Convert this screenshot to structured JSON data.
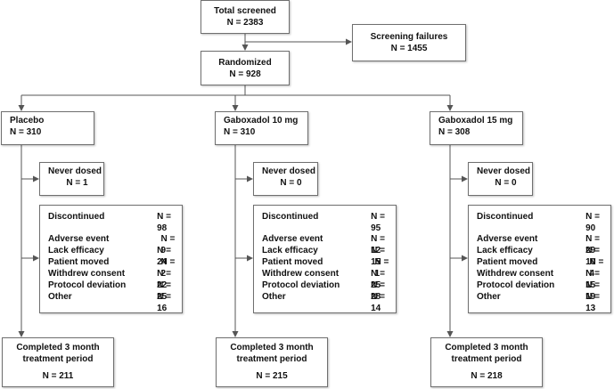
{
  "total_screened": {
    "title": "Total screened",
    "n": "N = 2383"
  },
  "screening_failures": {
    "title": "Screening failures",
    "n": "N = 1455"
  },
  "randomized": {
    "title": "Randomized",
    "n": "N = 928"
  },
  "arms": [
    {
      "name": "Placebo",
      "n": "N = 310",
      "never_dosed": {
        "title": "Never dosed",
        "n": "N = 1"
      },
      "discontinued": {
        "label": "Discontinued",
        "n": "N = 98"
      },
      "reasons": [
        {
          "label": "Adverse event",
          "n": "N = 9"
        },
        {
          "label": "Lack efficacy",
          "n": "N = 24"
        },
        {
          "label": "Patient moved",
          "n": "N = 2"
        },
        {
          "label": "Withdrew consent",
          "n": "N = 22"
        },
        {
          "label": "Protocol deviation",
          "n": "N = 25"
        },
        {
          "label": "Other",
          "n": "N = 16"
        }
      ],
      "completed": {
        "line1": "Completed 3 month",
        "line2": "treatment period",
        "n": "N = 211"
      }
    },
    {
      "name": "Gaboxadol 10 mg",
      "n": "N = 310",
      "never_dosed": {
        "title": "Never dosed",
        "n": "N = 0"
      },
      "discontinued": {
        "label": "Discontinued",
        "n": "N = 95"
      },
      "reasons": [
        {
          "label": "Adverse event",
          "n": "N = 12"
        },
        {
          "label": "Lack efficacy",
          "n": "N = 15"
        },
        {
          "label": "Patient moved",
          "n": "N = 1"
        },
        {
          "label": "Withdrew consent",
          "n": "N = 25"
        },
        {
          "label": "Protocol deviation",
          "n": "N = 28"
        },
        {
          "label": "Other",
          "n": "N = 14"
        }
      ],
      "completed": {
        "line1": "Completed 3 month",
        "line2": "treatment period",
        "n": "N = 215"
      }
    },
    {
      "name": "Gaboxadol 15 mg",
      "n": "N = 308",
      "never_dosed": {
        "title": "Never dosed",
        "n": "N = 0"
      },
      "discontinued": {
        "label": "Discontinued",
        "n": "N = 90"
      },
      "reasons": [
        {
          "label": "Adverse event",
          "n": "N = 29"
        },
        {
          "label": "Lack efficacy",
          "n": "N = 10"
        },
        {
          "label": "Patient moved",
          "n": "N = 4"
        },
        {
          "label": "Withdrew consent",
          "n": "N = 15"
        },
        {
          "label": "Protocol deviation",
          "n": "N = 19"
        },
        {
          "label": "Other",
          "n": "N = 13"
        }
      ],
      "completed": {
        "line1": "Completed 3 month",
        "line2": "treatment period",
        "n": "N = 218"
      }
    }
  ]
}
